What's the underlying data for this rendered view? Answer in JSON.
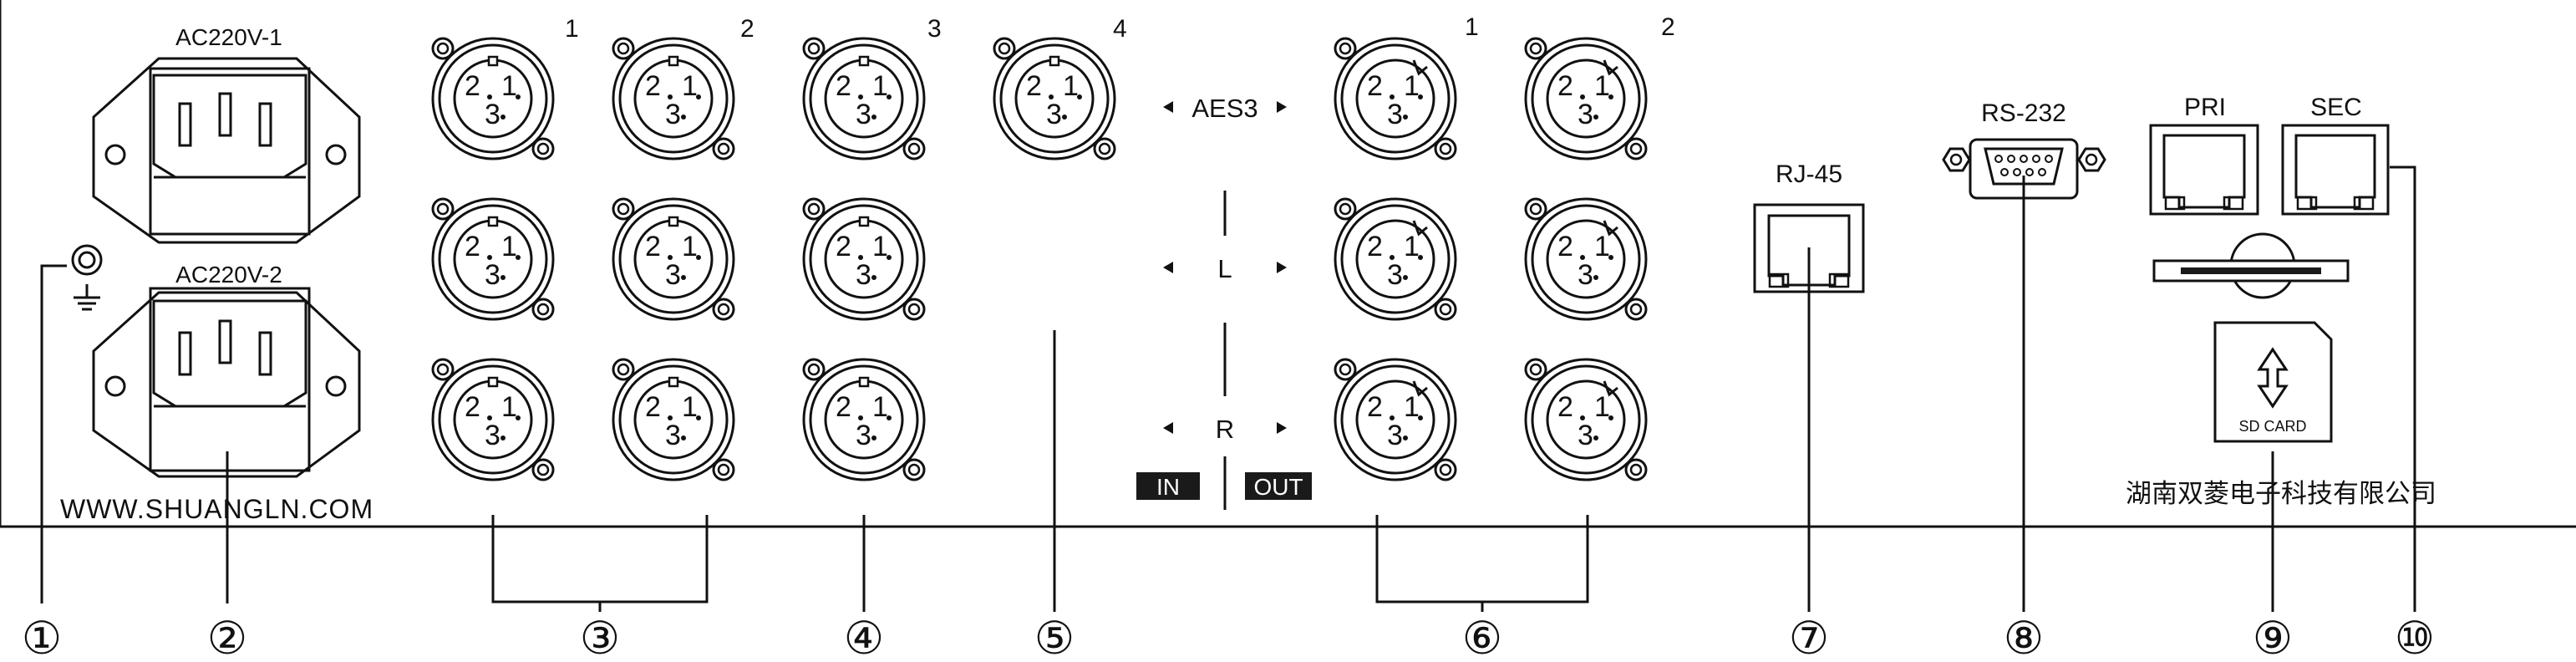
{
  "power": {
    "inlet1_label": "AC220V-1",
    "inlet2_label": "AC220V-2"
  },
  "ground": {
    "icon": "ground-icon"
  },
  "website": "WWW.SHUANGLN.COM",
  "company": "湖南双菱电子科技有限公司",
  "xlr_pins": {
    "p1": "1",
    "p2": "2",
    "p3": "3"
  },
  "columns": {
    "in1": "1",
    "in2": "2",
    "in3": "3",
    "in4": "4",
    "out1": "1",
    "out2": "2"
  },
  "signal_rows": {
    "aes3": "AES3",
    "left": "L",
    "right": "R"
  },
  "direction": {
    "in_label": "IN",
    "out_label": "OUT"
  },
  "ports": {
    "rj45": "RJ-45",
    "rs232": "RS-232",
    "pri": "PRI",
    "sec": "SEC",
    "sd_card": "SD CARD"
  },
  "callouts": [
    "①",
    "②",
    "③",
    "④",
    "⑤",
    "⑥",
    "⑦",
    "⑧",
    "⑨",
    "⑩"
  ]
}
